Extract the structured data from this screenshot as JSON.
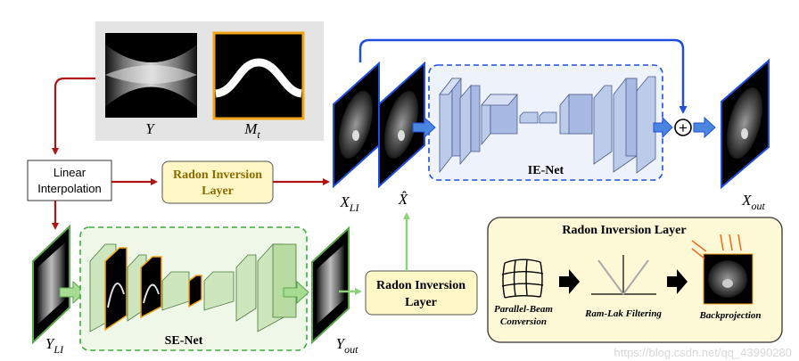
{
  "inputs": {
    "sinogram_label": "Y",
    "mask_label": "M",
    "mask_subscript": "t"
  },
  "blocks": {
    "linear_interpolation_line1": "Linear",
    "linear_interpolation_line2": "Interpolation",
    "radon_top_line1": "Radon Inversion",
    "radon_top_line2": "Layer",
    "radon_mid_line1": "Radon Inversion",
    "radon_mid_line2": "Layer"
  },
  "networks": {
    "ie_net": "IE-Net",
    "se_net": "SE-Net"
  },
  "variables": {
    "x_li": "X",
    "x_li_sub": "LI",
    "x_hat": "X̂",
    "x_out": "X",
    "x_out_sub": "out",
    "y_li": "Y",
    "y_li_sub": "LI",
    "y_out": "Y",
    "y_out_sub": "out",
    "plus": "+"
  },
  "ril_panel": {
    "title": "Radon Inversion Layer",
    "step1_line1": "Parallel-Beam",
    "step1_line2": "Conversion",
    "step2": "Ram-Lak Filtering",
    "step3": "Backprojection"
  },
  "watermark": "https://blog.csdn.net/qq_43990280",
  "colors": {
    "red_arrow": "#b01515",
    "blue_arrow": "#1f4fe0",
    "green_arrow": "#8fd17a",
    "ie_fill": "#dfe6f8",
    "se_fill": "#e7f3df",
    "yellow_box": "#fff8c6",
    "ril_panel": "#fdf8d6",
    "orange_border": "#f2a418"
  }
}
